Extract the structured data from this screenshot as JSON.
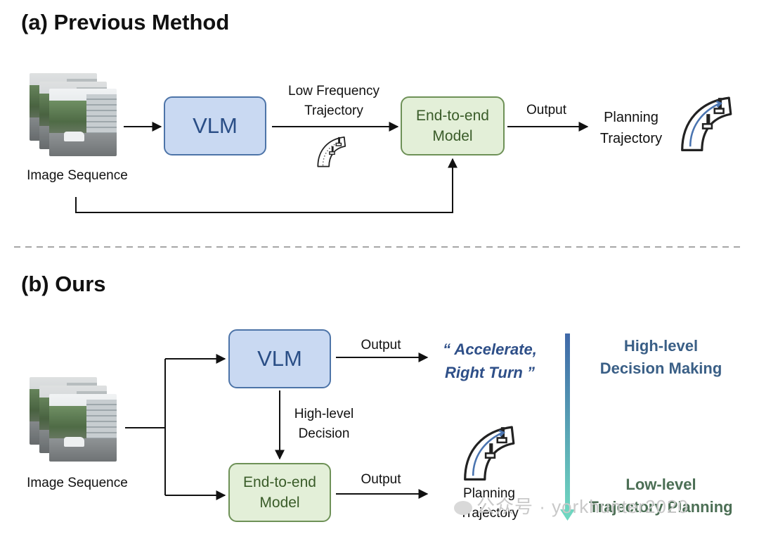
{
  "section_a": {
    "title": "(a) Previous Method",
    "image_label": "Image Sequence",
    "vlm_label": "VLM",
    "low_freq_label": [
      "Low Frequency",
      "Trajectory"
    ],
    "e2e_label": [
      "End-to-end",
      "Model"
    ],
    "output_label": "Output",
    "planning_label": [
      "Planning",
      "Trajectory"
    ]
  },
  "section_b": {
    "title": "(b) Ours",
    "image_label": "Image Sequence",
    "vlm_label": "VLM",
    "vlm_output_label": "Output",
    "decision_quote": [
      "“ Accelerate,",
      "Right Turn ”"
    ],
    "high_level_decision_label": [
      "High-level",
      "Decision"
    ],
    "e2e_label": [
      "End-to-end",
      "Model"
    ],
    "e2e_output_label": "Output",
    "planning_label": [
      "Planning",
      "Trajectory"
    ],
    "high_level_title": [
      "High-level",
      "Decision Making"
    ],
    "low_level_title": [
      "Low-level",
      "Trajectory Planning"
    ]
  },
  "watermark": "公众号 · yorkhunter2020",
  "colors": {
    "vlm_fill": "#c9d9f2",
    "vlm_border": "#4d74a8",
    "e2e_fill": "#e3efd8",
    "e2e_border": "#6e9157",
    "quote_text": "#2e4f88",
    "gradient_top": "#3f68a8",
    "gradient_bottom": "#6fd6c0"
  },
  "icons": [
    "camera-image-stack",
    "curved-road-icon",
    "arrow-icon",
    "divider-dashed"
  ]
}
